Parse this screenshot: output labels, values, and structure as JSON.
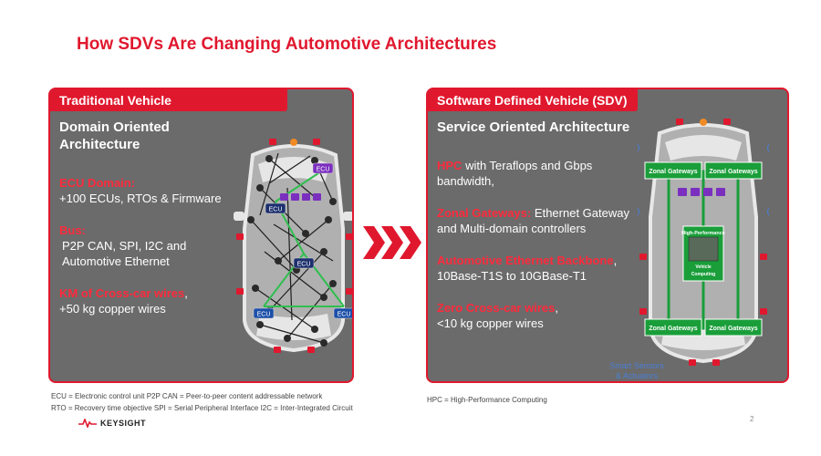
{
  "title": "How SDVs Are Changing Automotive Architectures",
  "left_panel": {
    "tab": "Traditional Vehicle",
    "heading": "Domain Oriented Architecture",
    "ecu_domain_label": "ECU Domain:",
    "ecu_domain_text": "+100 ECUs, RTOs & Firmware",
    "bus_label": "Bus:",
    "bus_text": "P2P CAN, SPI, I2C and Automotive Ethernet",
    "km_label": "KM of Cross-car wires",
    "km_punct": ",",
    "km_text": "+50 kg copper wires",
    "ecu_tag": "ECU"
  },
  "right_panel": {
    "tab": "Software Defined Vehicle (SDV)",
    "heading": "Service Oriented Architecture",
    "hpc_label": "HPC",
    "hpc_text": " with Teraflops and Gbps bandwidth,",
    "zonal_label": "Zonal Gateways:",
    "zonal_text": " Ethernet Gateway and Multi-domain controllers",
    "backbone_label": "Automotive Ethernet Backbone",
    "backbone_punct": ",",
    "backbone_text": "10Base-T1S to 10GBase-T1",
    "zero_label": "Zero Cross-car wires",
    "zero_punct": ",",
    "zero_text": "<10 kg copper wires",
    "zonal_gateway_tag": "Zonal Gateways",
    "hpc_box_title": "High-Performance",
    "hpc_box_sub1": "Vehicle",
    "hpc_box_sub2": "Computing",
    "sensors_label_1": "Smart Sensors",
    "sensors_label_2": "& Actuators"
  },
  "notes": {
    "left_line1": "ECU = Electronic control unit  P2P CAN = Peer-to-peer content addressable network",
    "left_line2": "RTO = Recovery time objective  SPI = Serial Peripheral Interface I2C = Inter-Integrated Circuit",
    "right_line1": "HPC = High-Performance Computing"
  },
  "logo_text": "KEYSIGHT",
  "page_number": "2",
  "colors": {
    "accent": "#e0182e",
    "panel": "#6b6b6b",
    "green": "#1a9e3a",
    "navy": "#1c2f6e",
    "purple": "#7b2fbf"
  }
}
